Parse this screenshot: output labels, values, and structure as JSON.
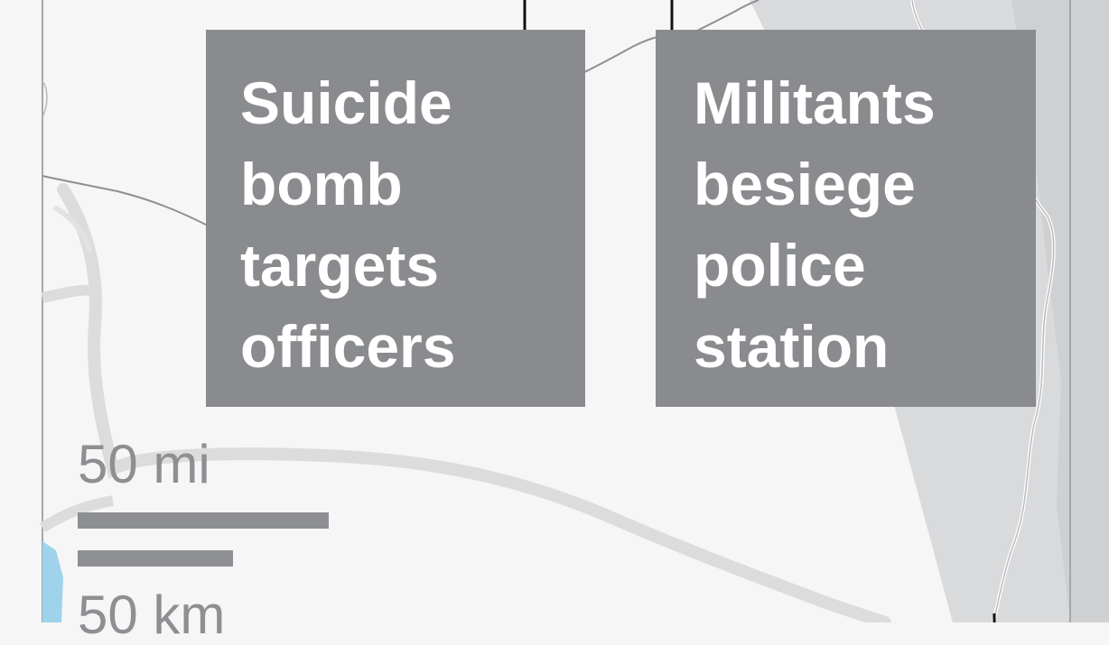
{
  "callouts": {
    "left": {
      "lines": [
        "Suicide",
        "bomb",
        "targets",
        "officers"
      ]
    },
    "right": {
      "lines": [
        "Militants",
        "besiege",
        "police",
        "station"
      ]
    }
  },
  "scale": {
    "miles_label": "50 mi",
    "km_label": "50 km"
  },
  "colors": {
    "land": "#f6f6f6",
    "neighbor_region": "#d6d7d9",
    "road": "#dcdcdc",
    "callout_box": "#8a8b8e",
    "scale": "#8e8f93",
    "water": "#9fd3ec"
  }
}
